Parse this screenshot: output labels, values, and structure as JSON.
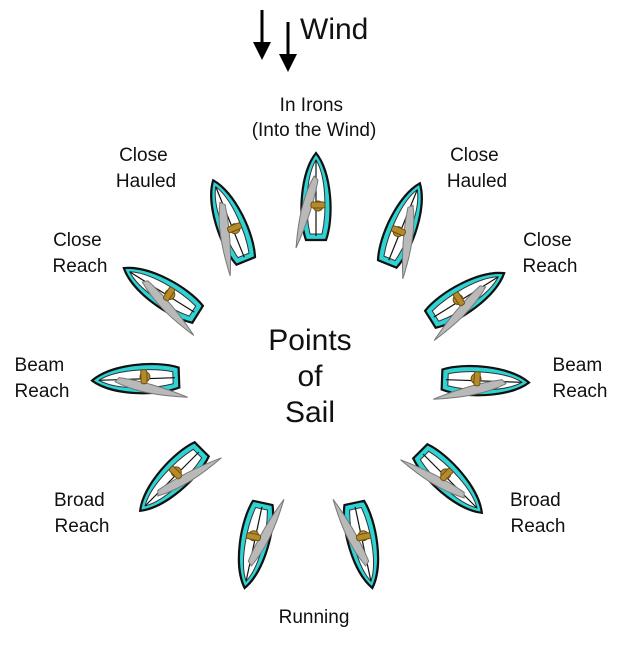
{
  "wind_label": "Wind",
  "title": [
    "Points",
    "of",
    "Sail"
  ],
  "positions": [
    {
      "id": "in-irons",
      "lines": [
        "In Irons",
        "(Into the Wind)"
      ]
    },
    {
      "id": "close-hauled-left",
      "lines": [
        "Close",
        "Hauled"
      ]
    },
    {
      "id": "close-hauled-right",
      "lines": [
        "Close",
        "Hauled"
      ]
    },
    {
      "id": "close-reach-left",
      "lines": [
        "Close",
        "Reach"
      ]
    },
    {
      "id": "close-reach-right",
      "lines": [
        "Close",
        "Reach"
      ]
    },
    {
      "id": "beam-reach-left",
      "lines": [
        "Beam",
        "Reach"
      ]
    },
    {
      "id": "beam-reach-right",
      "lines": [
        "Beam",
        "Reach"
      ]
    },
    {
      "id": "broad-reach-left",
      "lines": [
        "Broad",
        "Reach"
      ]
    },
    {
      "id": "broad-reach-right",
      "lines": [
        "Broad",
        "Reach"
      ]
    },
    {
      "id": "running",
      "lines": [
        "Running"
      ]
    }
  ],
  "colors": {
    "hull": "#2fd3d3",
    "sail": "#b9b9b9",
    "crew": "#b48a2c",
    "outline": "#111111"
  }
}
